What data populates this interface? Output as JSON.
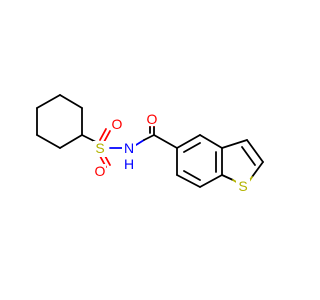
{
  "molecule": {
    "atoms": {
      "s_sulfonyl": "S",
      "o_sulfonyl_top": "O",
      "o_sulfonyl_bottom": "O",
      "n_amide": "N",
      "h_amide": "H",
      "o_carbonyl": "O",
      "s_thiophene": "S"
    }
  },
  "colors": {
    "sulfur_label": "#b3b300",
    "oxygen_label": "#ff0000",
    "nitrogen_label": "#0000ff",
    "bond": "#000000"
  }
}
